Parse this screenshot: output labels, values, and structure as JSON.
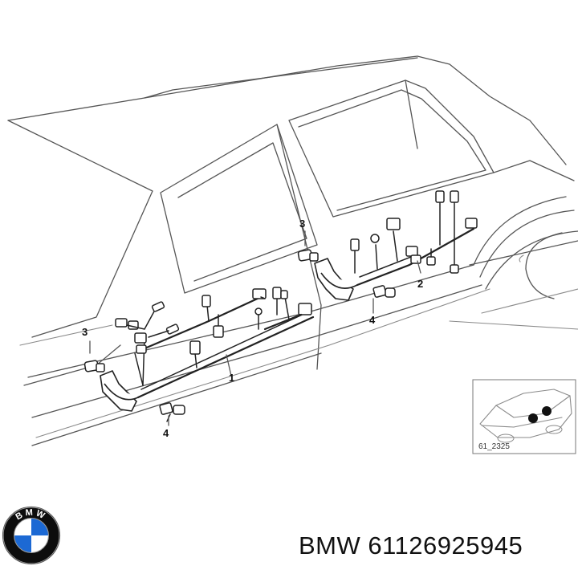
{
  "diagram": {
    "callouts": [
      "1",
      "2",
      "3",
      "3",
      "4",
      "4"
    ],
    "inset_ref": "61_2325"
  },
  "footer": {
    "part_label": "BMW 61126925945"
  },
  "logo": {
    "icon": "bmw-roundel-icon",
    "colors": {
      "ring": "#0d0d0d",
      "blue": "#1c69d4",
      "white": "#ffffff"
    }
  }
}
